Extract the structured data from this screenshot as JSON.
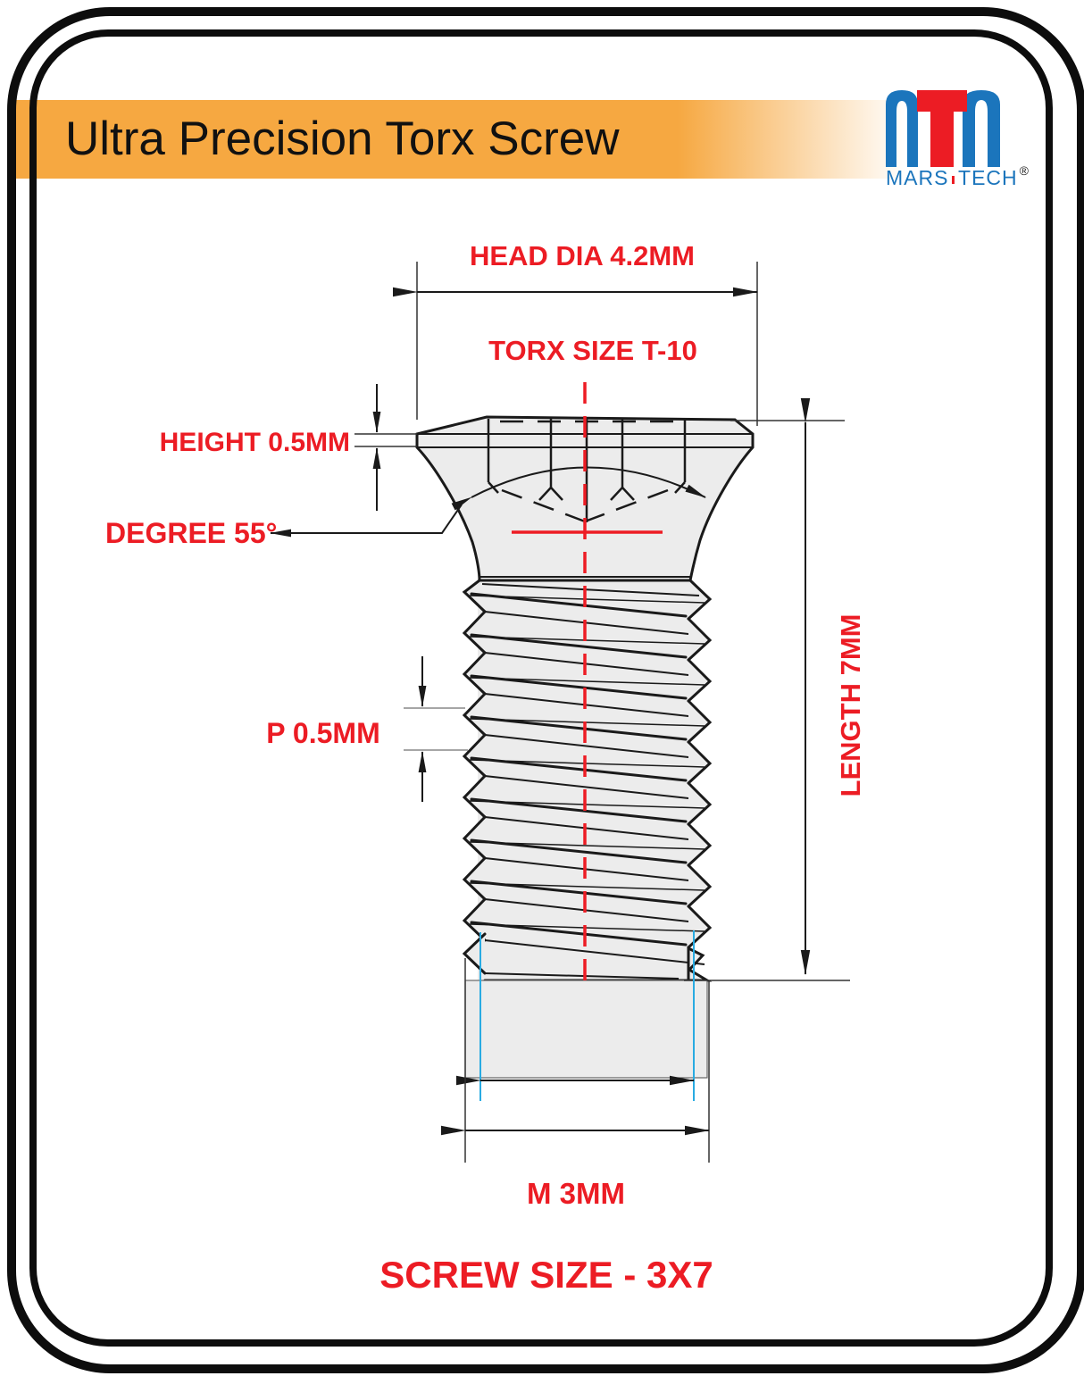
{
  "header": {
    "title": "Ultra Precision Torx Screw"
  },
  "logo": {
    "brand_left": "MARS",
    "brand_right": "TECH",
    "registered": "®"
  },
  "diagram": {
    "labels": {
      "head_dia": "HEAD DIA 4.2MM",
      "torx_size": "TORX SIZE T-10",
      "height": "HEIGHT 0.5MM",
      "degree": "DEGREE 55°",
      "pitch": "P 0.5MM",
      "length": "LENGTH 7MM",
      "thread_dia": "M 3MM",
      "screw_size": "SCREW SIZE - 3X7"
    }
  },
  "colors": {
    "label_red": "#EC1C24",
    "centerline_red": "#ED1C24",
    "dimension_blue": "#29ABE2",
    "body_fill": "#ECECEC",
    "banner_orange": "#F6A841",
    "logo_blue": "#1B75BC",
    "logo_red": "#EC1C24",
    "ink": "#111111"
  }
}
